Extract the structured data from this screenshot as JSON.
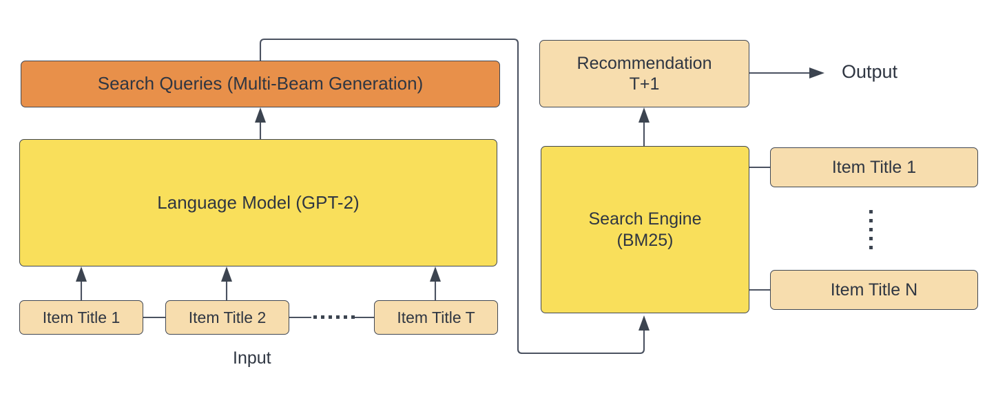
{
  "diagram": {
    "title": "LLM-based search query generation recommender pipeline",
    "colors": {
      "orange": "#e8904a",
      "yellow": "#f9df5b",
      "tan": "#f7ddae",
      "stroke": "#4a5160",
      "text": "#2f3642",
      "background": "#ffffff"
    },
    "nodes": {
      "search_queries": "Search Queries (Multi-Beam Generation)",
      "language_model": "Language Model (GPT-2)",
      "input_item_1": "Item Title 1",
      "input_item_2": "Item Title 2",
      "input_item_t": "Item Title T",
      "recommendation": "Recommendation\nT+1",
      "search_engine": "Search Engine\n(BM25)",
      "catalog_item_1": "Item Title 1",
      "catalog_item_n": "Item Title N"
    },
    "labels": {
      "input": "Input",
      "output": "Output",
      "horizontal_ellipsis": "......",
      "vertical_ellipsis": "⋮"
    }
  }
}
